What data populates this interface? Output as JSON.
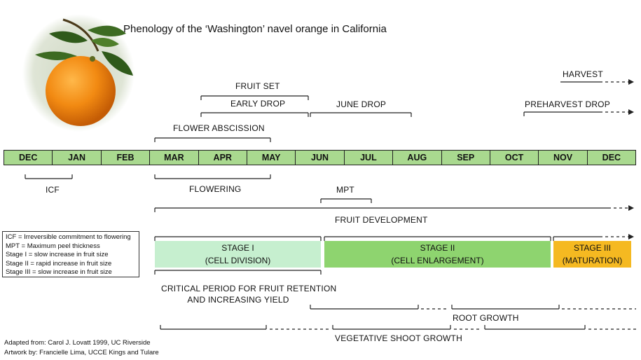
{
  "title": "Phenology of the ‘Washington’ navel orange in California",
  "months": [
    "DEC",
    "JAN",
    "FEB",
    "MAR",
    "APR",
    "MAY",
    "JUN",
    "JUL",
    "AUG",
    "SEP",
    "OCT",
    "NOV",
    "DEC"
  ],
  "labels": {
    "harvest": "HARVEST",
    "fruit_set": "FRUIT SET",
    "early_drop": "EARLY DROP",
    "june_drop": "JUNE DROP",
    "preharvest_drop": "PREHARVEST DROP",
    "flower_abscission": "FLOWER ABSCISSION",
    "icf": "ICF",
    "flowering": "FLOWERING",
    "mpt": "MPT",
    "fruit_development": "FRUIT DEVELOPMENT",
    "critical_line1": "CRITICAL PERIOD FOR FRUIT RETENTION",
    "critical_line2": "AND INCREASING YIELD",
    "root_growth": "ROOT GROWTH",
    "vegetative_growth": "VEGETATIVE SHOOT GROWTH"
  },
  "stages": [
    {
      "name": "STAGE I",
      "desc": "(CELL DIVISION)",
      "color": "#c6efcf"
    },
    {
      "name": "STAGE II",
      "desc": "(CELL ENLARGEMENT)",
      "color": "#8ed46f"
    },
    {
      "name": "STAGE III",
      "desc": "(MATURATION)",
      "color": "#f5b921"
    }
  ],
  "legend": [
    "ICF = Irreversible commitment to flowering",
    "MPT = Maximum peel thickness",
    "Stage I = slow increase in fruit size",
    "Stage II = rapid increase in fruit size",
    "Stage III = slow increase in fruit size"
  ],
  "credits": [
    "Adapted from: Carol J. Lovatt 1999, UC Riverside",
    "Artwork by: Francielle Lima, UCCE Kings and Tulare"
  ],
  "colors": {
    "month_bar": "#a9d98f",
    "orange": "#f28a12",
    "leaf": "#2f5a1a"
  }
}
